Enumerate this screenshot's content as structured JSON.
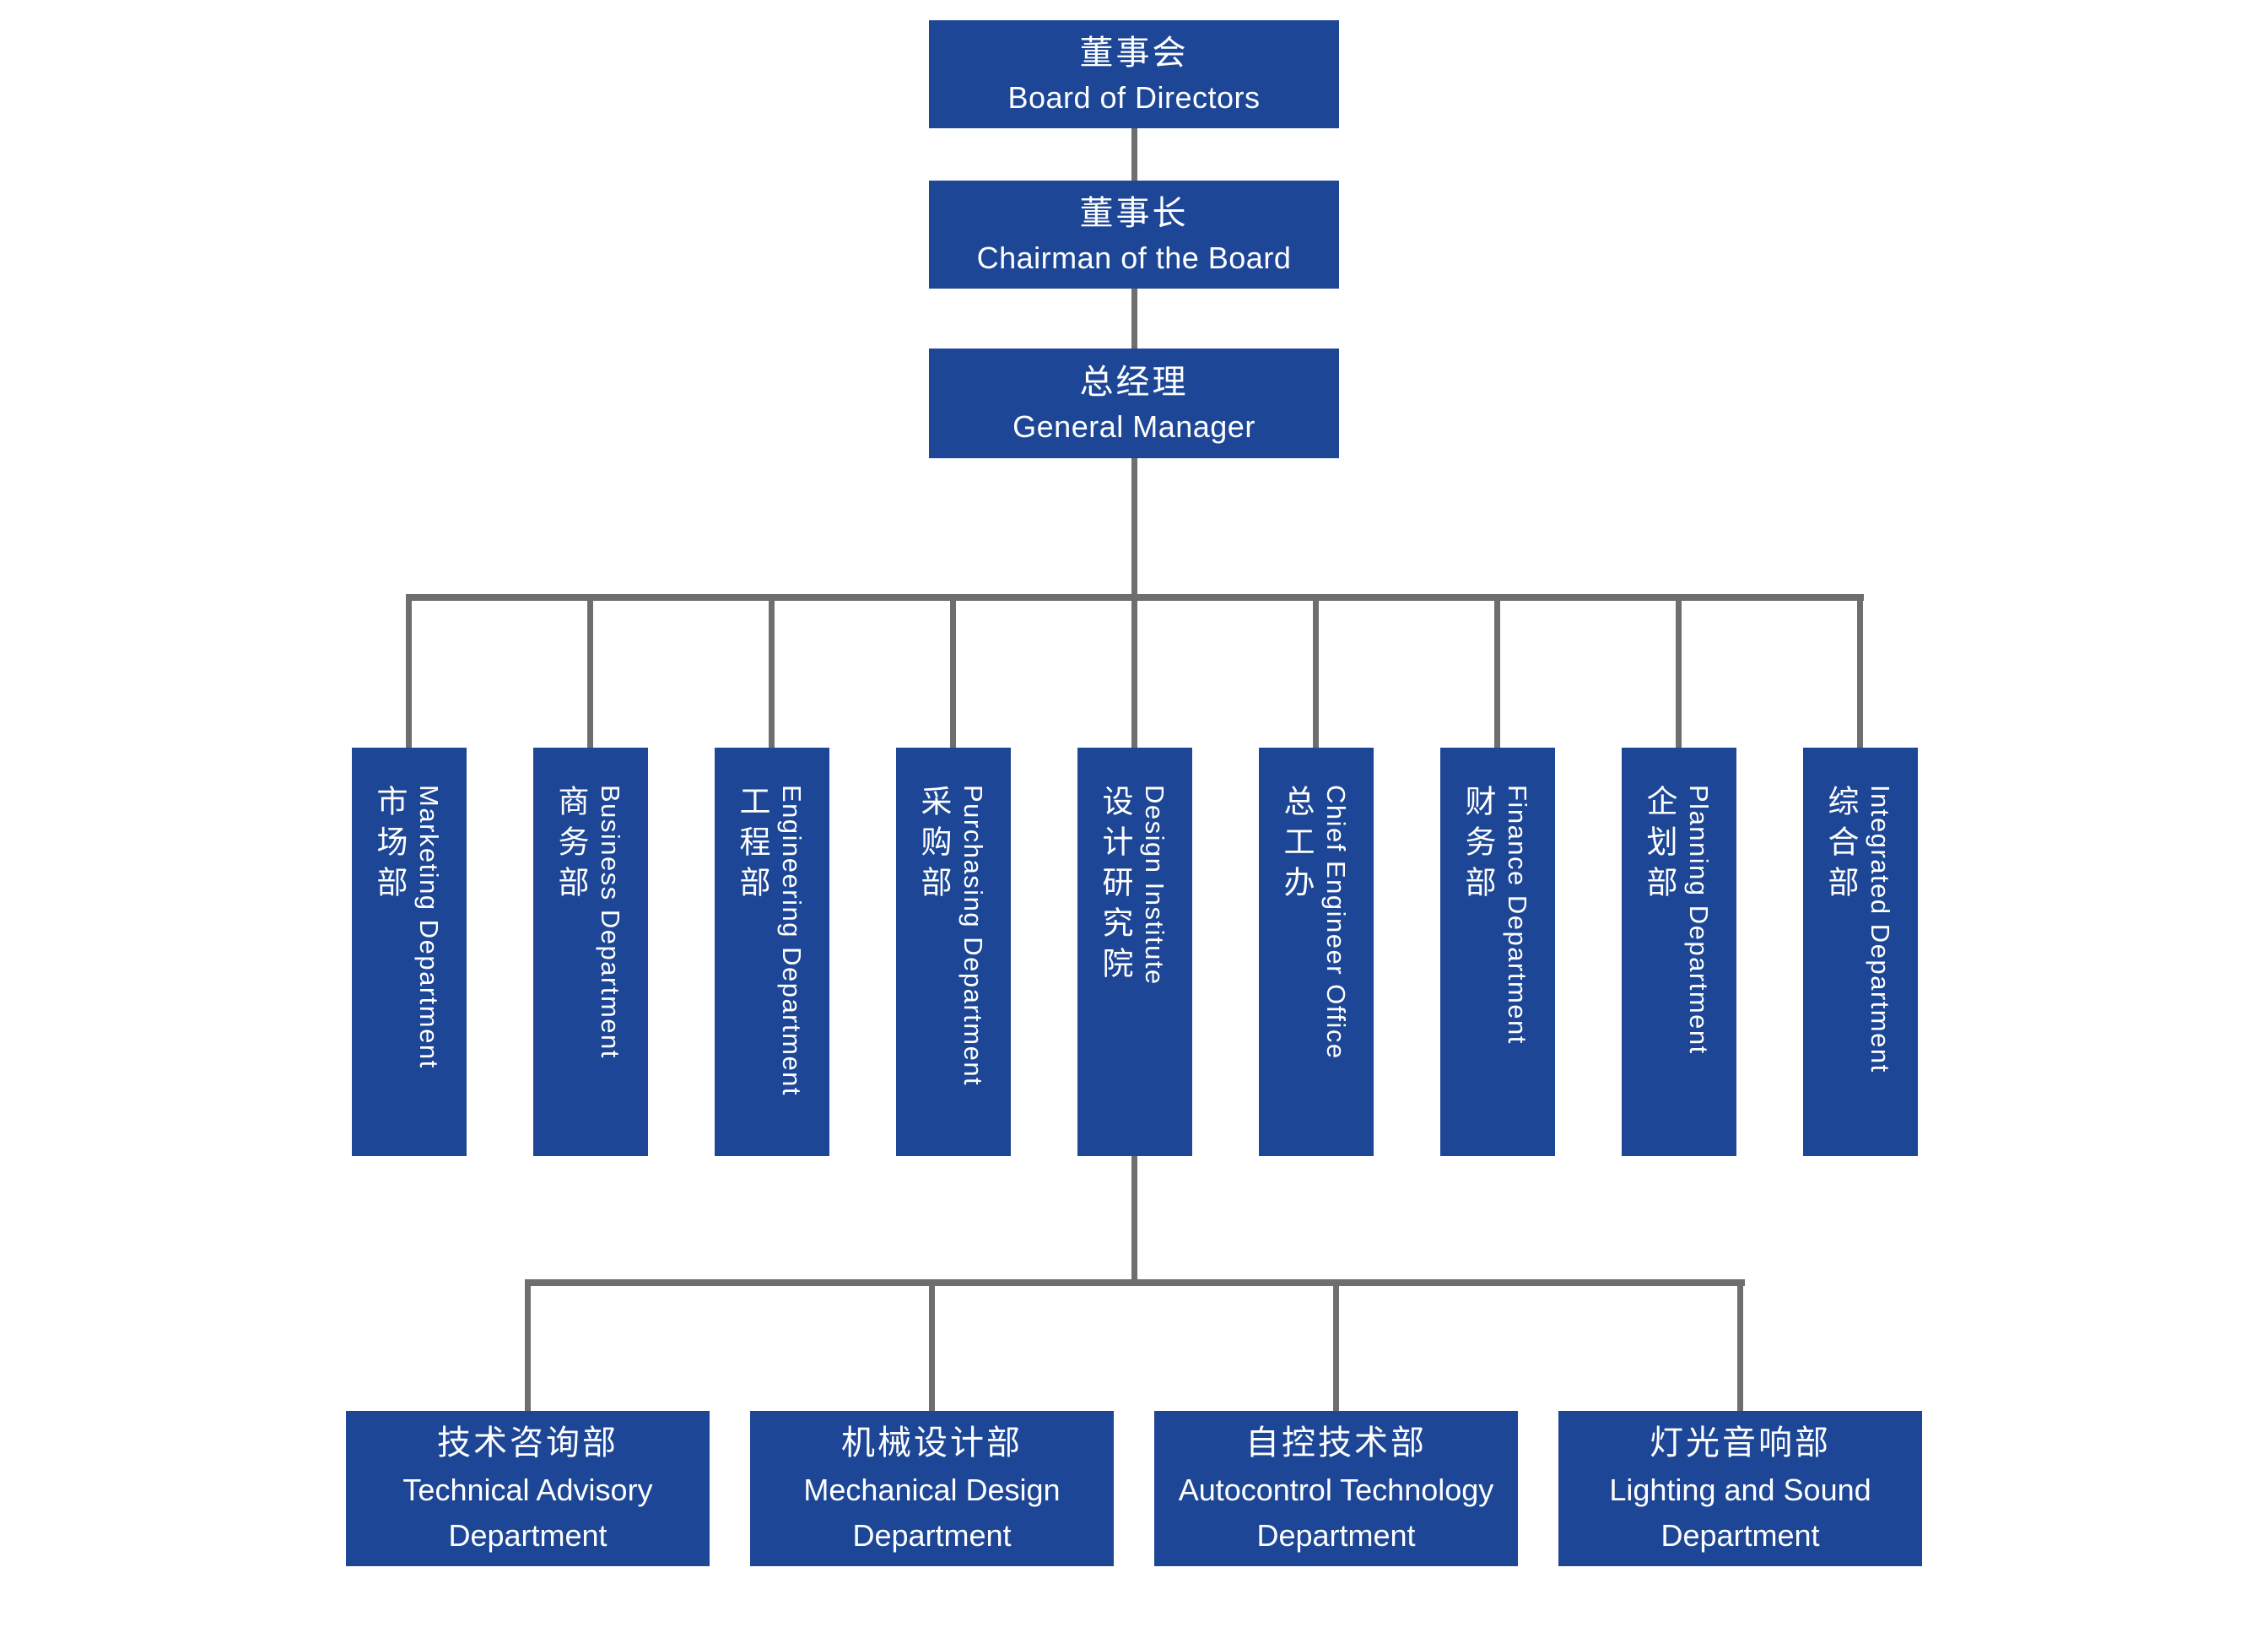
{
  "palette": {
    "box_blue": "#1d4796",
    "line_gray": "#6e6e6e",
    "text_white": "#ffffff",
    "background": "#ffffff"
  },
  "board": {
    "zh": "董事会",
    "en": "Board of Directors"
  },
  "chairman": {
    "zh": "董事长",
    "en": "Chairman of the Board"
  },
  "general_manager": {
    "zh": "总经理",
    "en": "General Manager"
  },
  "departments": [
    {
      "zh": "市场部",
      "en": "Marketing Department"
    },
    {
      "zh": "商务部",
      "en": "Business Department"
    },
    {
      "zh": "工程部",
      "en": "Engineering Department"
    },
    {
      "zh": "采购部",
      "en": "Purchasing Department"
    },
    {
      "zh": "设计研究院",
      "en": "Design Institute"
    },
    {
      "zh": "总工办",
      "en": "Chief Engineer Office"
    },
    {
      "zh": "财务部",
      "en": "Finance Department"
    },
    {
      "zh": "企划部",
      "en": "Planning Department"
    },
    {
      "zh": "综合部",
      "en": "Integrated Department"
    }
  ],
  "design_institute_subs": [
    {
      "zh": "技术咨询部",
      "en": "Technical Advisory Department"
    },
    {
      "zh": "机械设计部",
      "en": "Mechanical Design Department"
    },
    {
      "zh": "自控技术部",
      "en": "Autocontrol Technology Department"
    },
    {
      "zh": "灯光音响部",
      "en": "Lighting and Sound Department"
    }
  ]
}
